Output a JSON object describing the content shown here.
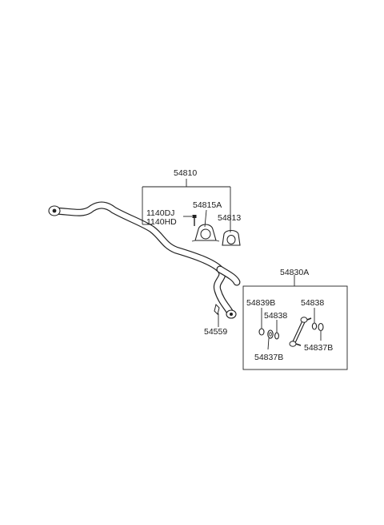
{
  "labels": {
    "stabilizer_bar": "54810",
    "bolt_a": "1140DJ",
    "bolt_b": "1140HD",
    "bracket": "54815A",
    "bushing": "54813",
    "bar_bolt": "54559",
    "link_assy": "54830A",
    "link_nut_left": "54839B",
    "link_washer_left": "54838",
    "link_washer_right": "54838",
    "link_bushing_left": "54837B",
    "link_bushing_right": "54837B"
  }
}
